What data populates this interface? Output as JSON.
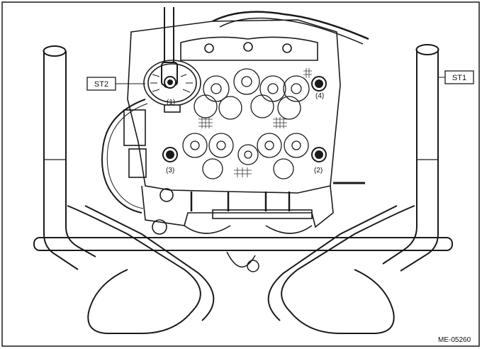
{
  "labels": {
    "st1": "ST1",
    "st2": "ST2",
    "c1": "(1)",
    "c2": "(2)",
    "c3": "(3)",
    "c4": "(4)",
    "figure_code": "ME-05260"
  }
}
